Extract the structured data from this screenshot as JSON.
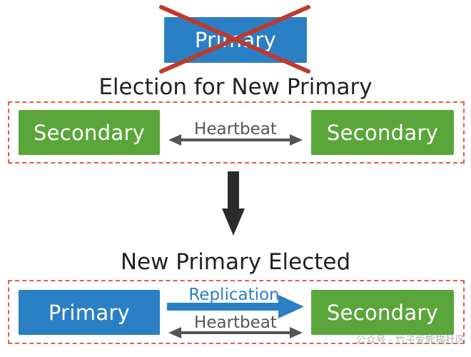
{
  "old_primary": {
    "label": "Primary"
  },
  "election": {
    "title": "Election for New Primary",
    "left_node": "Secondary",
    "right_node": "Secondary",
    "link_label": "Heartbeat"
  },
  "elected": {
    "title": "New Primary Elected",
    "primary_node": "Primary",
    "secondary_node": "Secondary",
    "replication_label": "Replication",
    "heartbeat_label": "Heartbeat"
  },
  "colors": {
    "primary": "#2b7fc4",
    "secondary": "#5aa63a",
    "cross": "#c0392b",
    "group_border": "#e0603c",
    "arrow": "#555555",
    "flow_arrow": "#2b2b2b"
  },
  "watermark": "公众号 · 竹子爱熊猫社区"
}
